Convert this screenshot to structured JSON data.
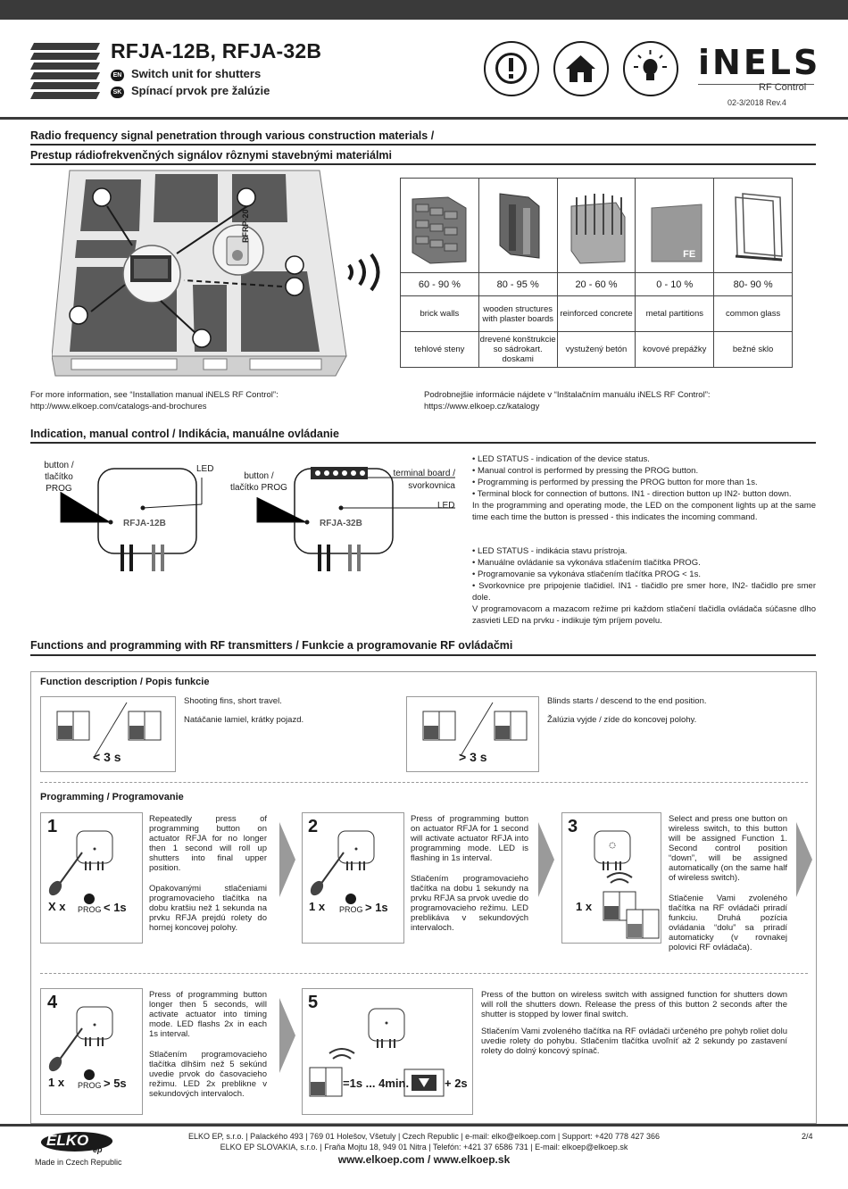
{
  "header": {
    "title": "RFJA-12B, RFJA-32B",
    "lang_en": "EN",
    "lang_sk": "SK",
    "subtitle_en": "Switch unit for shutters",
    "subtitle_sk": "Spínací prvok pre žalúzie",
    "brand": "iNELS",
    "brand_sub": "RF Control",
    "revision": "02-3/2018 Rev.4",
    "icons": [
      "warning-icon",
      "home-icon",
      "bulb-icon"
    ]
  },
  "section1": {
    "title_en": "Radio frequency signal penetration through various construction materials /",
    "title_sk": "Prestup rádiofrekvenčných signálov rôznymi stavebnými materiálmi",
    "rfrp_label": "RFRP-20",
    "materials": [
      {
        "percent": "60 - 90 %",
        "name_en": "brick walls",
        "name_sk": "tehlové steny"
      },
      {
        "percent": "80 - 95 %",
        "name_en": "wooden structures with plaster boards",
        "name_sk": "drevené konštrukcie so sádrokart. doskami"
      },
      {
        "percent": "20 - 60 %",
        "name_en": "reinforced concrete",
        "name_sk": "vystužený betón"
      },
      {
        "percent": "0 - 10 %",
        "name_en": "metal partitions",
        "name_sk": "kovové prepážky"
      },
      {
        "percent": "80- 90 %",
        "name_en": "common glass",
        "name_sk": "bežné sklo"
      }
    ],
    "fe_label": "FE",
    "info_en_1": "For more information, see “Installation manual iNELS RF Control”:",
    "info_en_2": "http://www.elkoep.com/catalogs-and-brochures",
    "info_sk_1": "Podrobnejšie informácie nájdete v “Inštalačním manuálu iNELS RF Control”:",
    "info_sk_2": "https://www.elkoep.cz/katalogy"
  },
  "section2": {
    "title": "Indication, manual control / Indikácia, manuálne ovládanie",
    "dev1_button": "button /",
    "dev1_button2": "tlačítko PROG",
    "dev1_led": "LED",
    "dev1_name": "RFJA-12B",
    "dev2_button": "button /",
    "dev2_button2": "tlačítko PROG",
    "dev2_terminal": "terminal board /",
    "dev2_terminal2": "svorkovnica",
    "dev2_led": "LED",
    "dev2_name": "RFJA-32B",
    "bullets_en": [
      "• LED STATUS - indication of the device status.",
      "• Manual control is performed by pressing the PROG button.",
      "• Programming is performed by pressing the PROG button for more than 1s.",
      "• Terminal block for connection of buttons. IN1 - direction button up IN2- button down.",
      "In the programming and operating mode, the LED on the component lights up at the same time each time the button is pressed - this indicates the incoming command."
    ],
    "bullets_sk": [
      "• LED STATUS - indikácia stavu prístroja.",
      "• Manuálne ovládanie sa vykonáva stlačením tlačítka PROG.",
      "• Programovanie sa vykonáva stlačením tlačítka PROG < 1s.",
      "• Svorkovnice pre pripojenie tlačidiel. IN1 - tlačidlo pre smer hore, IN2- tlačidlo pre smer dole.",
      "V programovacom a mazacom režime pri každom stlačení tlačidla ovládača súčasne dlho zasvieti LED na prvku - indikuje tým príjem povelu."
    ]
  },
  "section3": {
    "title": "Functions and programming with RF transmitters / Funkcie a programovanie  RF ovládačmi",
    "func_title": "Function description / Popis funkcie",
    "func1_en": "Shooting fins, short travel.",
    "func1_sk": "Natáčanie lamiel, krátky pojazd.",
    "func1_time": "< 3 s",
    "func2_en": "Blinds starts / descend to the end position.",
    "func2_sk": "Žalúzia vyjde / zíde do koncovej polohy.",
    "func2_time": "> 3 s",
    "prog_title": "Programming /  Programovanie",
    "steps": [
      {
        "num": "1",
        "count": "X x",
        "prog": "PROG",
        "time": "< 1s",
        "en": "Repeatedly press of programming button on actuator RFJA for no longer then 1 second will roll up shutters into final upper position.",
        "sk": "Opakovanými stlačeniami programovacieho tlačítka na dobu kratšiu než 1 sekunda na prvku RFJA prejdú rolety do hornej koncovej polohy."
      },
      {
        "num": "2",
        "count": "1 x",
        "prog": "PROG",
        "time": "> 1s",
        "en": "Press of programming button on actuator RFJA for 1 second will activate actuator RFJA into programming mode. LED is flashing in 1s interval.",
        "sk": "Stlačením programovacieho tlačítka na dobu 1 sekundy na prvku RFJA sa prvok uvedie do programovacieho režimu. LED preblikáva v sekundových intervaloch."
      },
      {
        "num": "3",
        "count": "1 x",
        "en": "Select and press one button on wireless switch, to this button will be assigned Function 1. Second control position “down”, will be assigned automatically (on the same half of wireless switch).",
        "sk": "Stlačenie Vami zvoleného tlačítka na RF ovládači priradí funkciu. Druhá pozícia ovládania “dolu” sa priradí automaticky (v rovnakej polovici RF ovládača)."
      },
      {
        "num": "4",
        "count": "1 x",
        "prog": "PROG",
        "time": "> 5s",
        "en": "Press of programming button longer then 5 seconds, will activate actuator into timing mode. LED flashs 2x in each 1s interval.",
        "sk": "Stlačením programovacieho tlačítka dlhšim než 5 sekúnd uvedie prvok do časovacieho režimu. LED 2x preblikne v sekundových intervaloch."
      },
      {
        "num": "5",
        "time": "=1s ... 4min.",
        "plus": "+ 2s",
        "en": "Press of the button on wireless switch with assigned function for shutters down will roll the shutters down. Release the press of this button 2 seconds after the shutter is stopped by lower final switch.",
        "sk": "Stlačením Vami zvoleného tlačítka na RF ovládači určeného pre pohyb roliet dolu uvedie rolety do pohybu. Stlačením tlačítka uvoľníť až 2 sekundy po zastavení rolety do dolný koncový spínač."
      }
    ]
  },
  "footer": {
    "logo": "ELKO",
    "logo_ep": "ep",
    "made_in": "Made in Czech Republic",
    "line1": "ELKO EP, s.r.o. | Palackého 493 | 769 01 Holešov, Všetuly | Czech Republic | e-mail: elko@elkoep.com | Support: +420 778 427 366",
    "line2": "ELKO EP SLOVAKIA, s.r.o. | Fraňa Mojtu 18, 949 01 Nitra | Telefón: +421 37 6586 731 | E-mail: elkoep@elkoep.sk",
    "line3": "www.elkoep.com / www.elkoep.sk",
    "page": "2/4"
  }
}
